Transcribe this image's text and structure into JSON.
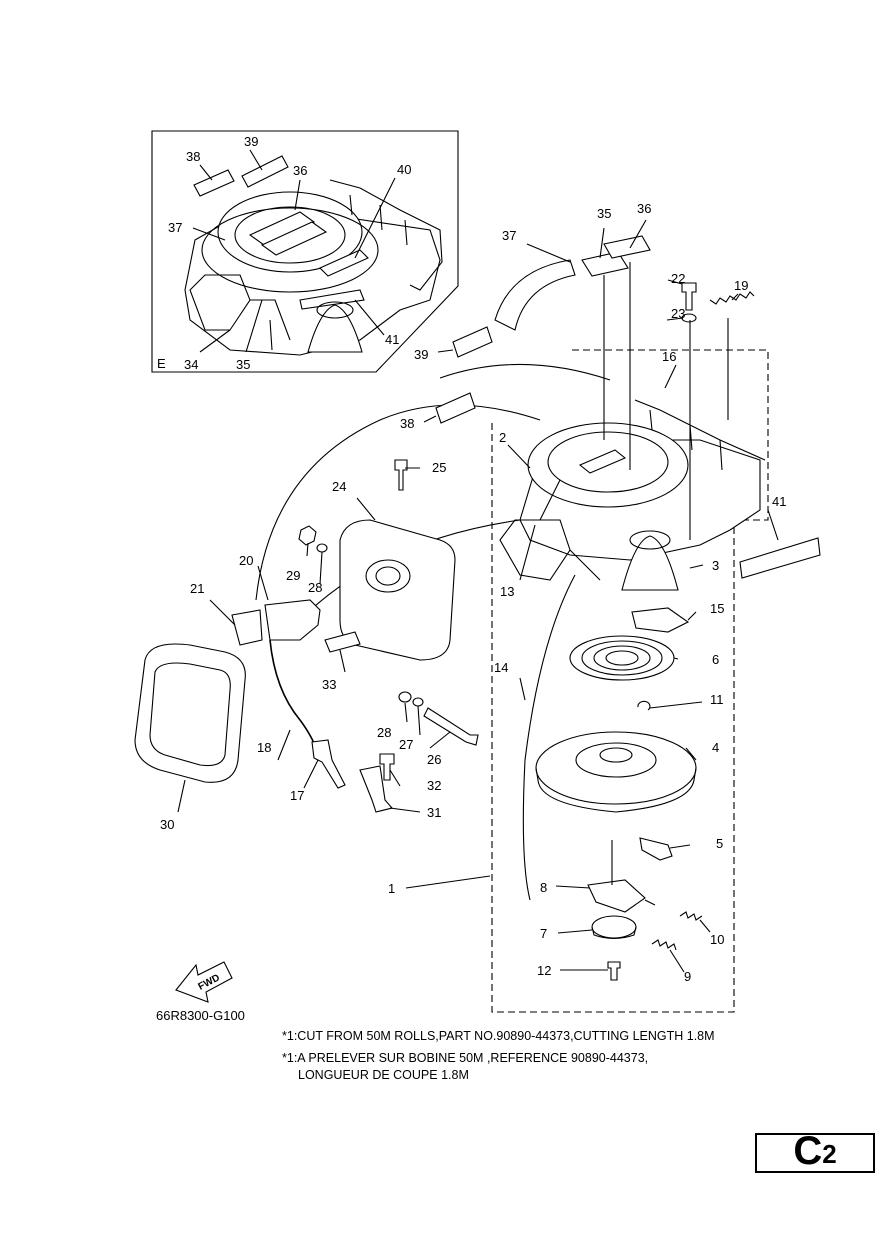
{
  "inset_view_label": "E",
  "callouts": {
    "inset": [
      "39",
      "38",
      "36",
      "40",
      "37",
      "34",
      "35",
      "41"
    ],
    "main": [
      "37",
      "35",
      "36",
      "22",
      "19",
      "23",
      "16",
      "39",
      "38",
      "2",
      "25",
      "24",
      "29",
      "28",
      "20",
      "21",
      "13",
      "3",
      "41",
      "15",
      "6",
      "14",
      "33",
      "11",
      "4",
      "28",
      "27",
      "26",
      "18",
      "32",
      "17",
      "31",
      "30",
      "5",
      "1",
      "8",
      "10",
      "7",
      "12",
      "9"
    ]
  },
  "fwd_arrow_label": "FWD",
  "drawing_code": "66R8300-G100",
  "notes": {
    "english": "*1:CUT FROM 50M ROLLS,PART NO.90890-44373,CUTTING LENGTH 1.8M",
    "french_line1": "*1:A PRELEVER SUR BOBINE 50M ,REFERENCE 90890-44373,",
    "french_line2": "LONGUEUR DE COUPE 1.8M"
  },
  "page_code": {
    "letter": "C",
    "number": "2"
  }
}
